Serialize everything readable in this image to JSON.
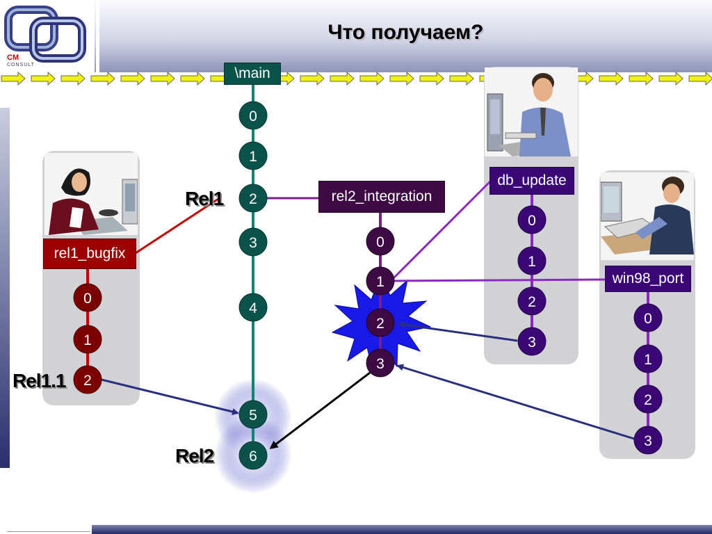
{
  "slide": {
    "title": "Что получаем?",
    "logo": {
      "text_cm": "CM",
      "text_consult": "CONSULT",
      "icon": "cm-consult-logo"
    }
  },
  "streams": {
    "main": {
      "name": "\\main",
      "versions": [
        "0",
        "1",
        "2",
        "3",
        "4",
        "5",
        "6"
      ]
    },
    "rel1_bugfix": {
      "name": "rel1_bugfix",
      "versions": [
        "0",
        "1",
        "2"
      ]
    },
    "rel2_integration": {
      "name": "rel2_integration",
      "versions": [
        "0",
        "1",
        "2",
        "3"
      ]
    },
    "db_update": {
      "name": "db_update",
      "versions": [
        "0",
        "1",
        "2",
        "3"
      ]
    },
    "win98_port": {
      "name": "win98_port",
      "versions": [
        "0",
        "1",
        "2",
        "3"
      ]
    }
  },
  "labels": {
    "rel1": "Rel1",
    "rel1_1": "Rel1.1",
    "rel2": "Rel2"
  },
  "colors": {
    "main": "#0b524a",
    "main_line": "#178272",
    "rel1": "#7b0000",
    "rel1_line": "#c40000",
    "rel2": "#3e0a44",
    "rel2_line": "#7a1e88",
    "dev": "#3a0774",
    "dev_line": "#8d27c4",
    "merge_arrow": "#2a2e80",
    "burst": "#1a1ae8"
  },
  "icons": [
    "woman-at-computer-icon",
    "man-on-phone-at-computer-icon",
    "man-typing-at-computer-icon"
  ]
}
